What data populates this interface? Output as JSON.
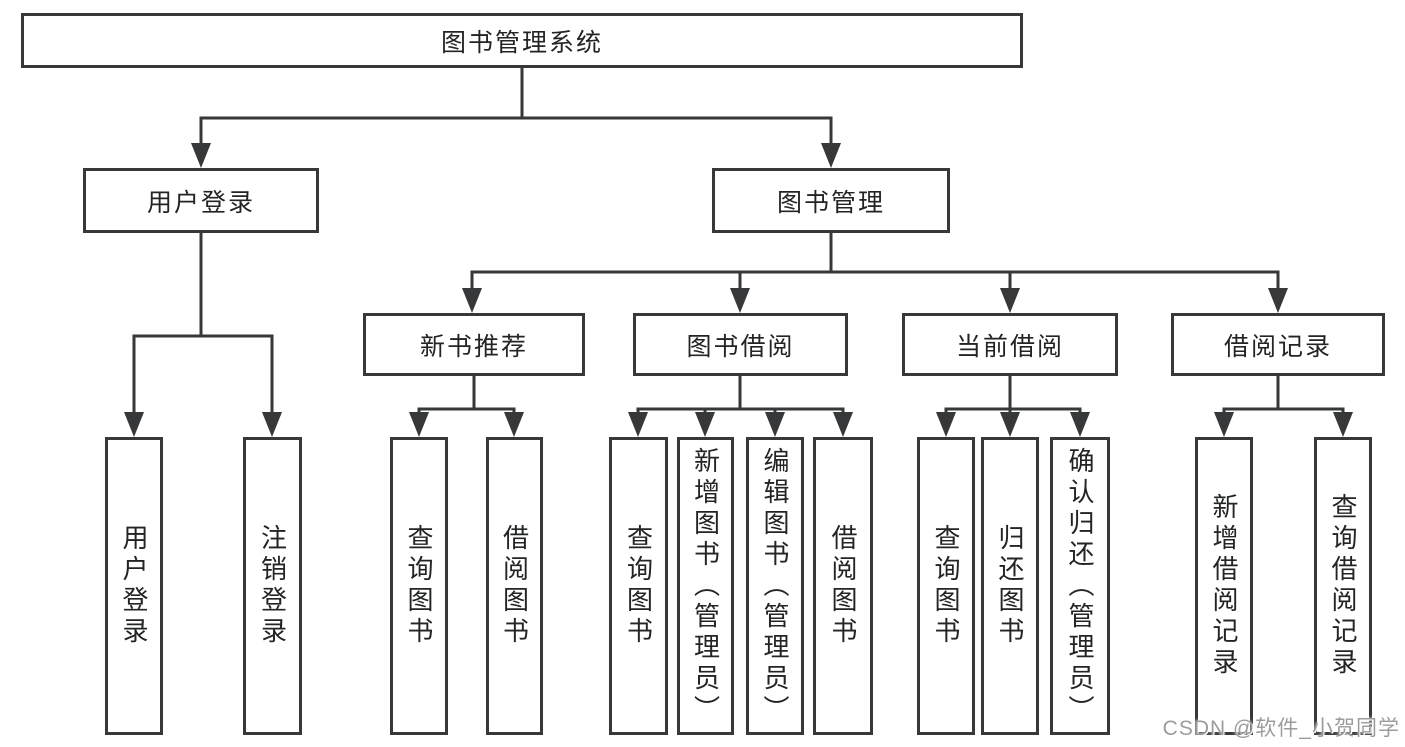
{
  "colors": {
    "line": "#36383a",
    "box-border": "#36383a",
    "text": "#222426",
    "watermark": "#9c9c9e",
    "background": "#ffffff"
  },
  "watermark": {
    "text": "CSDN @软件_小贺同学"
  },
  "tree": {
    "root": {
      "label": "图书管理系统"
    },
    "level2": [
      {
        "label": "用户登录",
        "leaves": [
          "用户登录",
          "注销登录"
        ]
      },
      {
        "label": "图书管理",
        "level3": [
          {
            "label": "新书推荐",
            "leaves": [
              "查询图书",
              "借阅图书"
            ]
          },
          {
            "label": "图书借阅",
            "leaves": [
              "查询图书",
              "新增图书（管理员）",
              "编辑图书（管理员）",
              "借阅图书"
            ]
          },
          {
            "label": "当前借阅",
            "leaves": [
              "查询图书",
              "归还图书",
              "确认归还（管理员）"
            ]
          },
          {
            "label": "借阅记录",
            "leaves": [
              "新增借阅记录",
              "查询借阅记录"
            ]
          }
        ]
      }
    ]
  }
}
